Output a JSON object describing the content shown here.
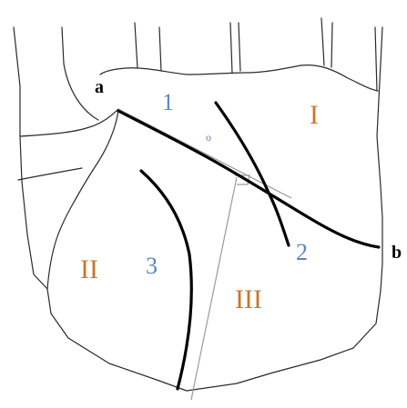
{
  "labels": {
    "point_a": "a",
    "point_b": "b",
    "point_o": "o",
    "line_1": "1",
    "line_2": "2",
    "line_3": "3",
    "region_I": "I",
    "region_II": "II",
    "region_III": "III"
  },
  "colors": {
    "outline": "#2a2a2a",
    "major_line": "#000000",
    "construction_line": "#9a9a9a",
    "number_label": "#5b86bf",
    "roman_label": "#c9772a",
    "letter_label": "#000000"
  }
}
